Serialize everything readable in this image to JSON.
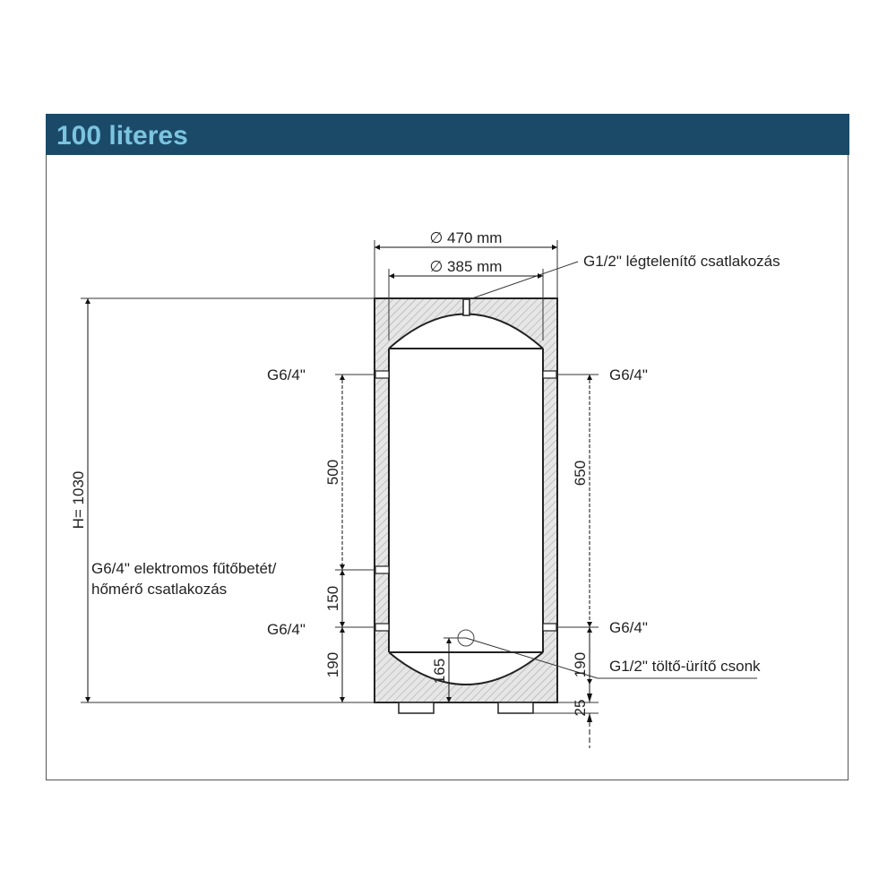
{
  "title": "100 literes",
  "dimensions": {
    "outer_diameter": "∅ 470 mm",
    "inner_diameter": "∅ 385 mm",
    "height": "H= 1030",
    "left_500": "500",
    "left_150": "150",
    "left_190": "190",
    "right_650": "650",
    "right_190": "190",
    "right_25": "25",
    "bottom_165": "165"
  },
  "labels": {
    "vent": "G1/2\" légtelenítő csatlakozás",
    "left_top": "G6/4\"",
    "right_top": "G6/4\"",
    "heater_line1": "G6/4\" elektromos fűtőbetét/",
    "heater_line2": "hőmérő csatlakozás",
    "left_bottom": "G6/4\"",
    "right_bottom": "G6/4\"",
    "drain": "G1/2\" töltő-ürítő csonk"
  },
  "colors": {
    "header_bg": "#1b4a68",
    "header_text": "#7cc4e0"
  }
}
